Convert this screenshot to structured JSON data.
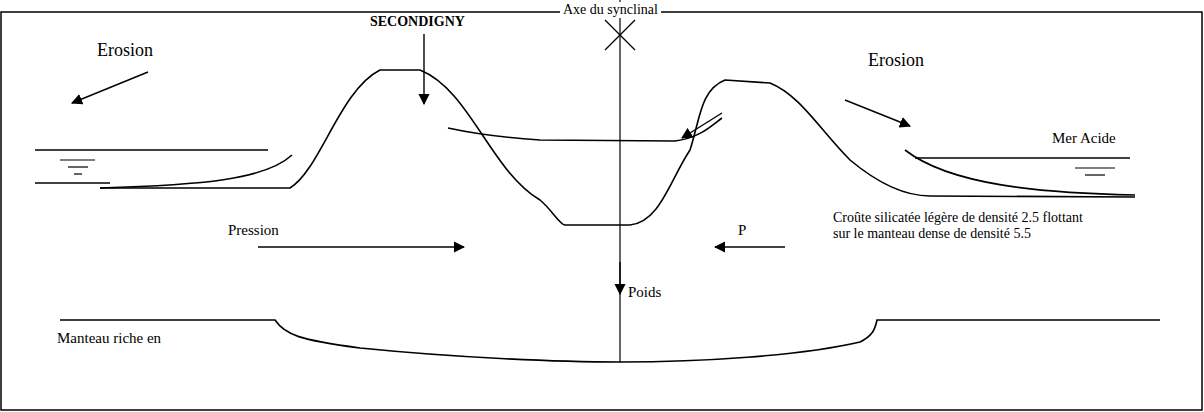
{
  "diagram": {
    "labels": [
      "Axe du synclinal",
      "SECONDIGNY",
      "Erosion",
      "Erosion",
      "Mer Acide",
      "Pression",
      "P",
      "Croûte silicatée légère de densité 2.5 flottant sur le manteau dense de densité 5.5",
      "Poids",
      "Manteau riche en"
    ]
  }
}
